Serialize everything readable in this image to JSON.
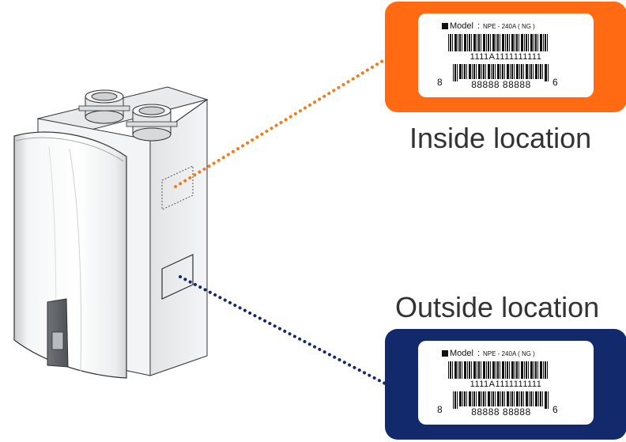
{
  "inside": {
    "title": "Inside location",
    "color": "#ff6a13",
    "label": {
      "model_text": "Model",
      "separator": ":",
      "model_value": "NPE - 240A (    NG    )",
      "serial": "1111A1111111111",
      "upc_first": "8",
      "upc_middle": "88888 88888",
      "upc_last": "6"
    }
  },
  "outside": {
    "title": "Outside location",
    "color": "#12296c",
    "label": {
      "model_text": "Model",
      "separator": ":",
      "model_value": "NPE - 240A (    NG    )",
      "serial": "1111A1111111111",
      "upc_first": "8",
      "upc_middle": "88888 88888",
      "upc_last": "6"
    }
  },
  "connector_colors": {
    "inside": "#f07c1a",
    "outside": "#12296c"
  }
}
